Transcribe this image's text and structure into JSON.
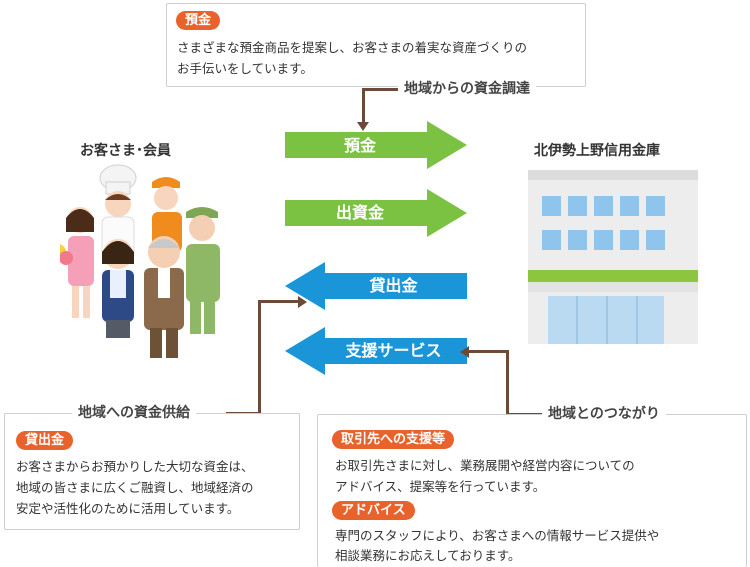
{
  "deposit_box": {
    "tag": "預金",
    "text_line1": "さまざまな預金商品を提案し、お客さまの着実な資産づくりの",
    "text_line2": "お手伝いをしています。"
  },
  "flows": {
    "from_region": "地域からの資金調達",
    "to_region": "地域への資金供給",
    "connection": "地域とのつながり"
  },
  "left_label": "お客さま･会員",
  "right_label": "北伊勢上野信用金庫",
  "arrows": {
    "deposit": "預金",
    "investment": "出資金",
    "loan": "貸出金",
    "support": "支援サービス"
  },
  "loan_box": {
    "tag": "貸出金",
    "text_line1": "お客さまからお預かりした大切な資金は、",
    "text_line2": "地域の皆さまに広くご融資し、地域経済の",
    "text_line3": "安定や活性化のために活用しています。"
  },
  "support_box": {
    "tag1": "取引先への支援等",
    "text1_line1": "お取引先さまに対し、業務展開や経営内容についての",
    "text1_line2": "アドバイス、提案等を行っています。",
    "tag2": "アドバイス",
    "text2_line1": "専門のスタッフにより、お客さまへの情報サービス提供や",
    "text2_line2": "相談業務にお応えしております。"
  },
  "colors": {
    "green_arrow": "#7cc242",
    "blue_arrow": "#1a96d8",
    "tag": "#e8622c",
    "connector": "#6b4a3a"
  }
}
